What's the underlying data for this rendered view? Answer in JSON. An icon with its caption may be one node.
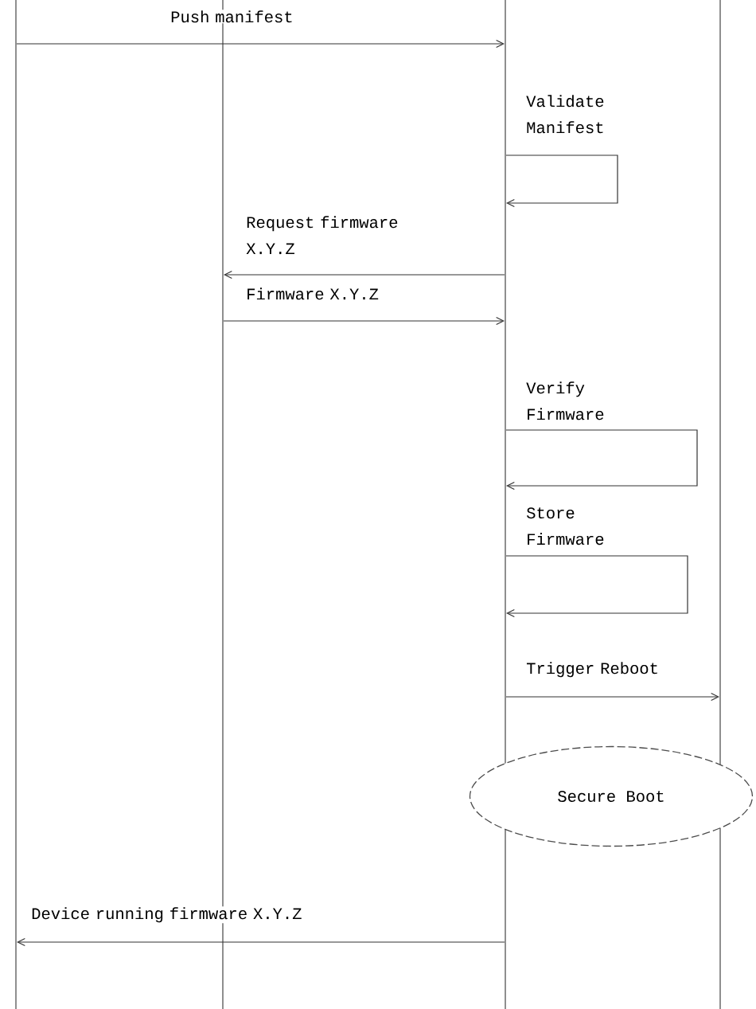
{
  "diagram": {
    "nodes": [
      {
        "text": [],
        "shape": "bar"
      },
      {
        "text": [],
        "shape": "bar"
      },
      {
        "text": [],
        "shape": "bar"
      },
      {
        "text": [],
        "shape": "bar"
      },
      {
        "text": [
          "Secure Boot"
        ]
      }
    ],
    "edges": [
      {
        "from": 0,
        "to": 2,
        "arrow": "to",
        "label": "Push manifest"
      },
      {
        "from": 2,
        "to": 2,
        "arrow": "to",
        "label": "Validate Manifest"
      },
      {
        "from": 2,
        "to": 1,
        "arrow": "to",
        "label": "Request firmware X.Y.Z"
      },
      {
        "from": 1,
        "to": 2,
        "arrow": "to",
        "label": "Firmware X.Y.Z"
      },
      {
        "from": 2,
        "to": 2,
        "arrow": "to",
        "label": "Verify Firmware"
      },
      {
        "from": 2,
        "to": 2,
        "arrow": "to",
        "label": "Store Firmware"
      },
      {
        "from": 2,
        "to": 3,
        "arrow": "to",
        "label": "Trigger Reboot"
      },
      {
        "from": 2,
        "to": 0,
        "arrow": "to",
        "label": "Device running firmware X.Y.Z"
      }
    ]
  }
}
